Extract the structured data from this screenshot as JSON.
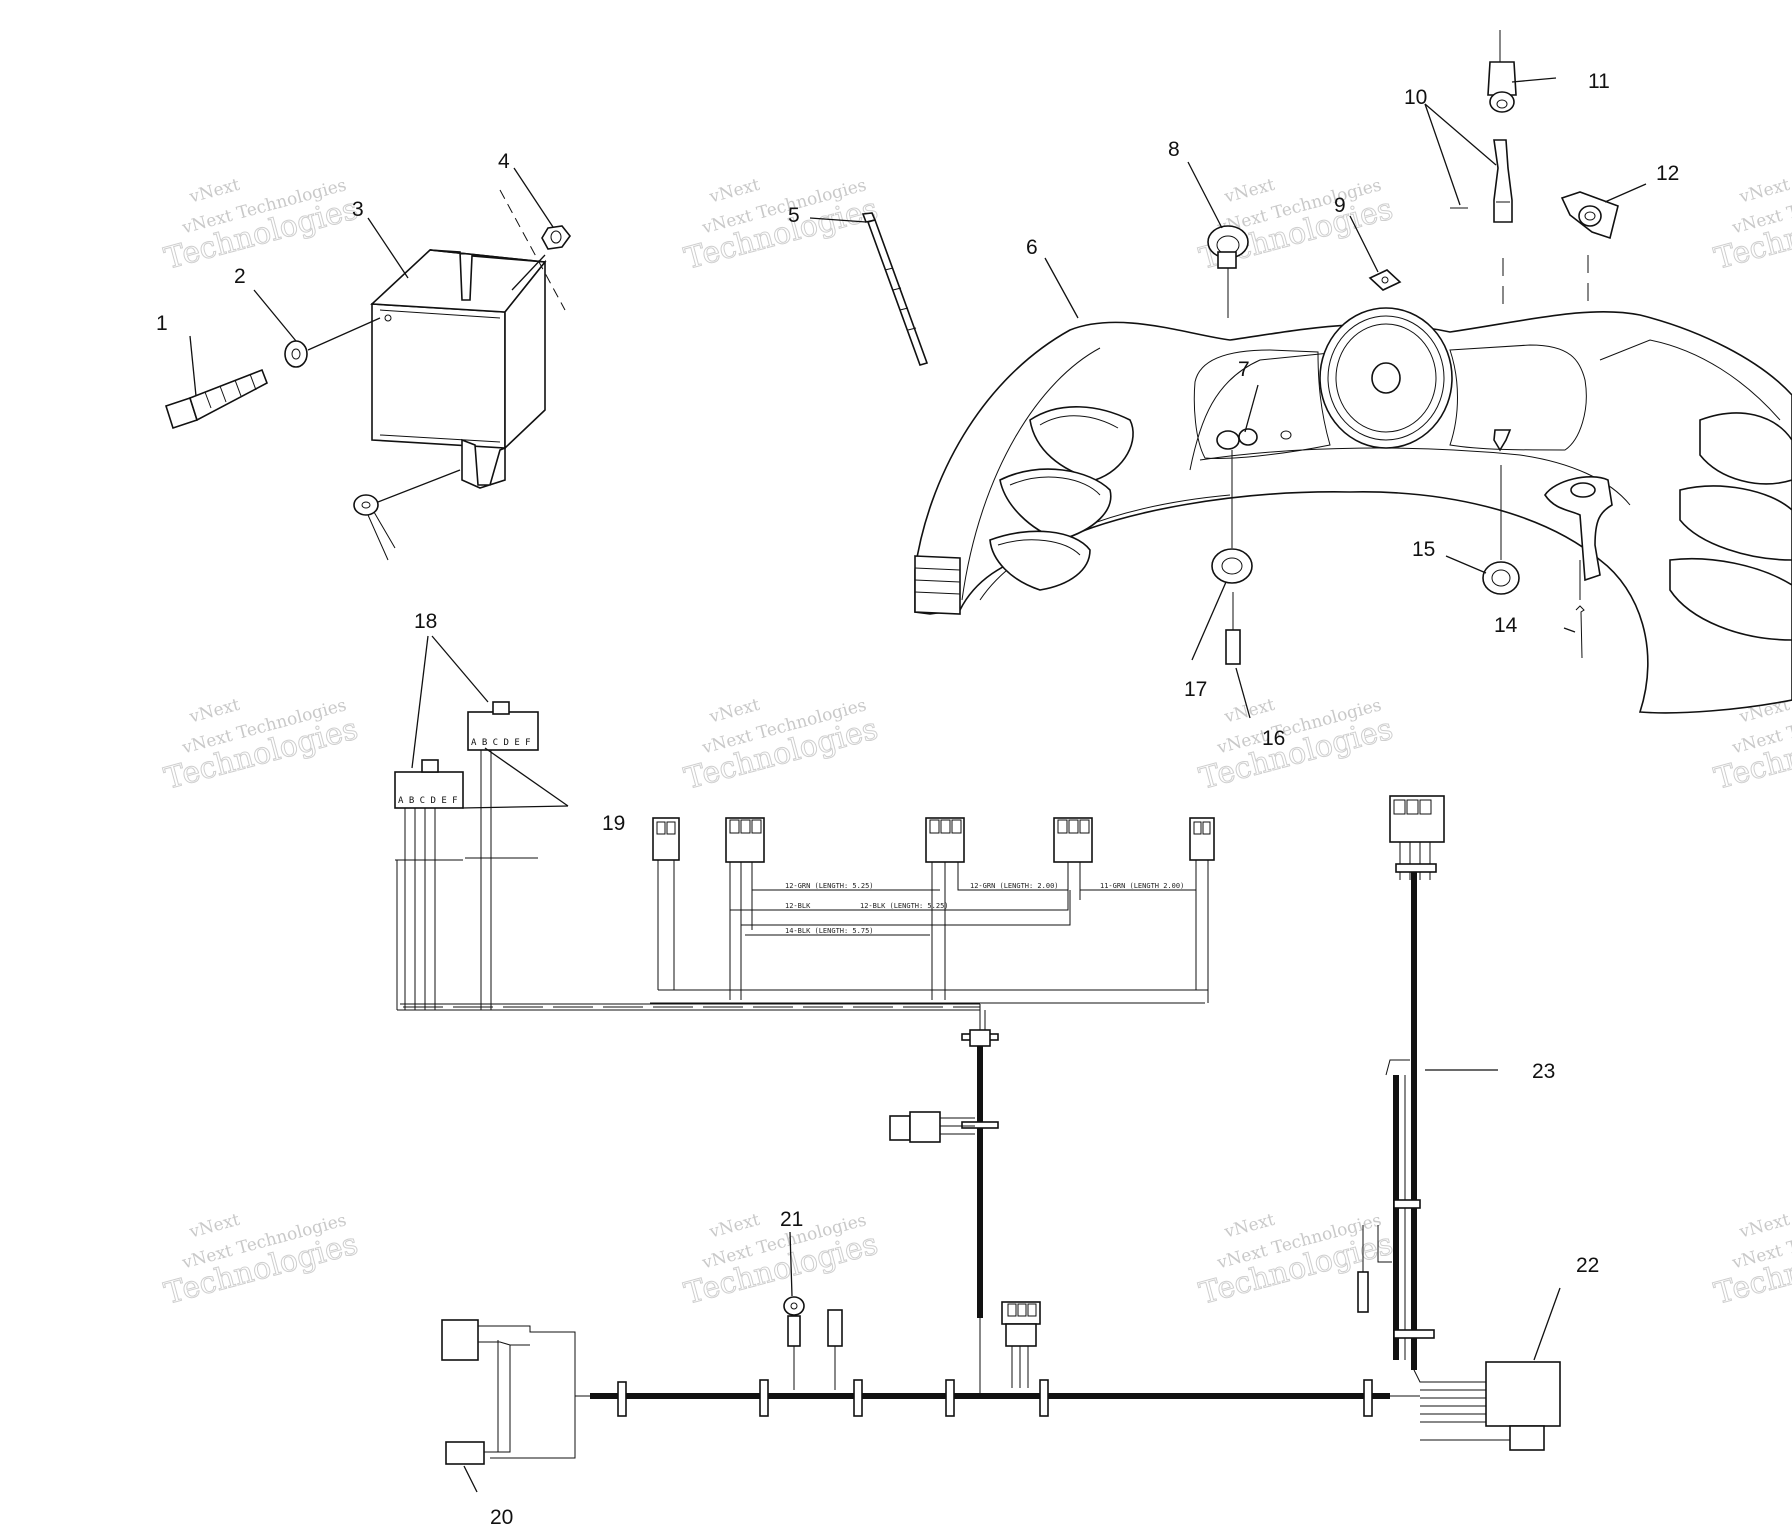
{
  "watermark": {
    "line1": "vNext",
    "line2": "vNext Technologies",
    "line3": "Technologies"
  },
  "callouts": [
    "1",
    "2",
    "3",
    "4",
    "5",
    "6",
    "7",
    "8",
    "9",
    "10",
    "11",
    "12",
    "14",
    "15",
    "16",
    "17",
    "18",
    "19",
    "20",
    "21",
    "22",
    "23"
  ],
  "connector_pins": {
    "left": "A B C D E F",
    "right": "A B C D E F"
  },
  "wire_labels": {
    "w1": "12-GRN (LENGTH: 5.25)",
    "w2": "12-GRN (LENGTH: 2.00)",
    "w3": "11-GRN (LENGTH 2.00)",
    "w4": "12-BLK (LENGTH: 5.25)",
    "w5": "12-BLK",
    "w6": "14-BLK (LENGTH: 5.75)"
  },
  "colors": {
    "ink": "#111111",
    "watermark": "#c9c9c9",
    "background": "#ffffff"
  }
}
